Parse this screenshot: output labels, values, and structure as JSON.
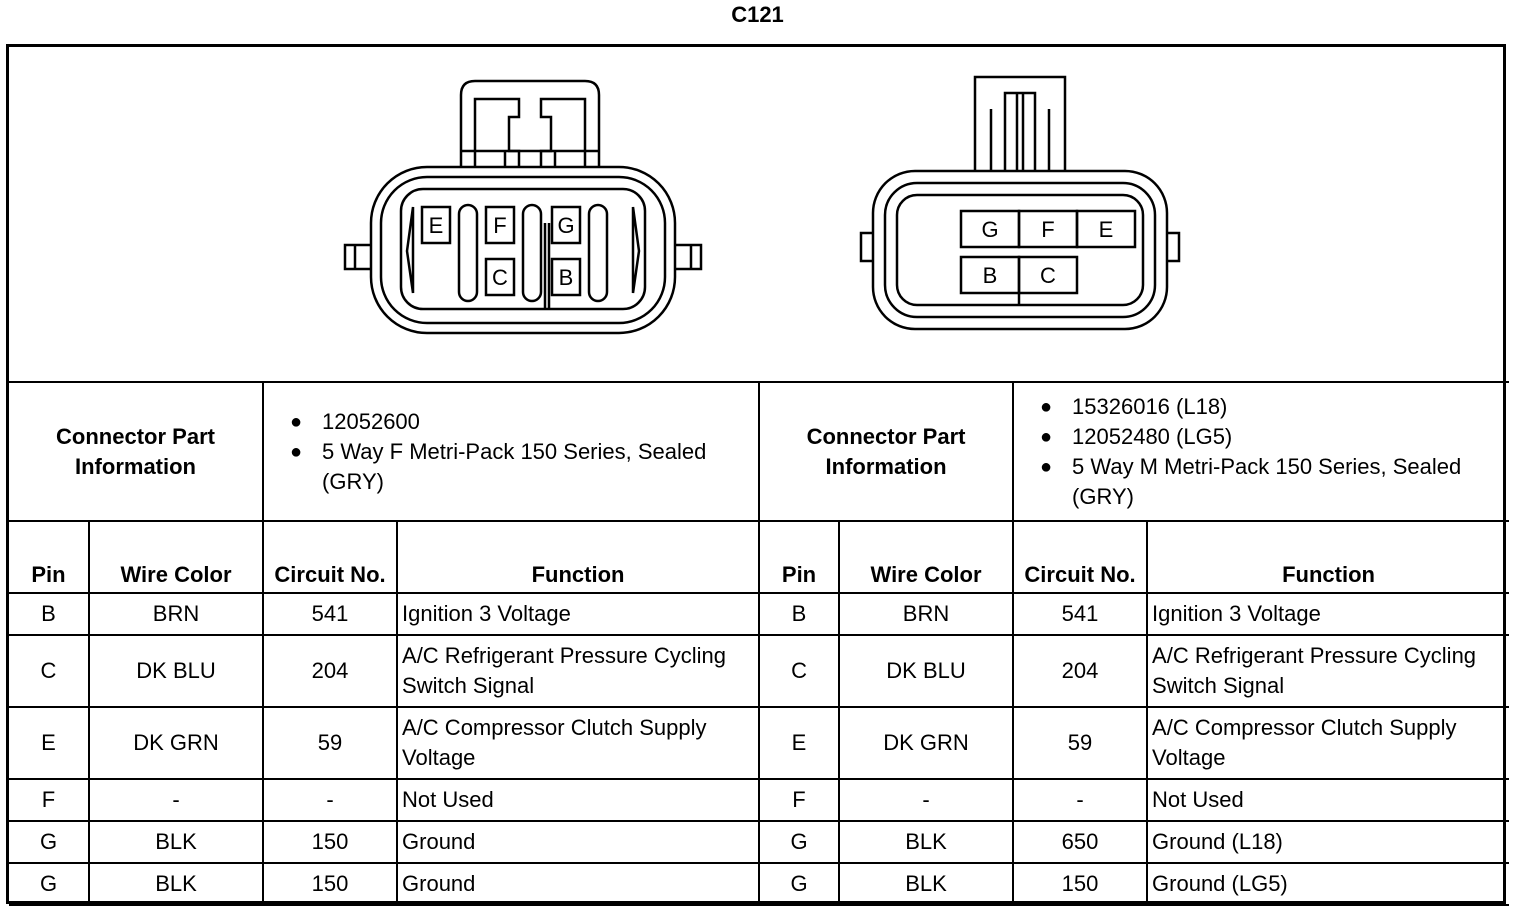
{
  "title": "C121",
  "left_connector": {
    "pin_labels": [
      "E",
      "F",
      "G",
      "C",
      "B"
    ],
    "part_info_label": "Connector Part Information",
    "part_info": [
      "12052600",
      "5 Way F Metri-Pack 150 Series, Sealed (GRY)"
    ],
    "headers": {
      "pin": "Pin",
      "wire_color": "Wire Color",
      "circuit": "Circuit No.",
      "function": "Function"
    },
    "rows": [
      {
        "pin": "B",
        "wire_color": "BRN",
        "circuit": "541",
        "function": "Ignition 3 Voltage"
      },
      {
        "pin": "C",
        "wire_color": "DK BLU",
        "circuit": "204",
        "function": "A/C Refrigerant Pressure Cycling Switch Signal"
      },
      {
        "pin": "E",
        "wire_color": "DK GRN",
        "circuit": "59",
        "function": "A/C Compressor Clutch Supply Voltage"
      },
      {
        "pin": "F",
        "wire_color": "-",
        "circuit": "-",
        "function": "Not Used"
      },
      {
        "pin": "G",
        "wire_color": "BLK",
        "circuit": "150",
        "function": "Ground"
      },
      {
        "pin": "G",
        "wire_color": "BLK",
        "circuit": "150",
        "function": "Ground"
      }
    ]
  },
  "right_connector": {
    "pin_labels": [
      "G",
      "F",
      "E",
      "B",
      "C"
    ],
    "part_info_label": "Connector Part Information",
    "part_info": [
      "15326016 (L18)",
      "12052480 (LG5)",
      "5 Way M Metri-Pack 150 Series, Sealed (GRY)"
    ],
    "headers": {
      "pin": "Pin",
      "wire_color": "Wire Color",
      "circuit": "Circuit No.",
      "function": "Function"
    },
    "rows": [
      {
        "pin": "B",
        "wire_color": "BRN",
        "circuit": "541",
        "function": "Ignition 3 Voltage"
      },
      {
        "pin": "C",
        "wire_color": "DK BLU",
        "circuit": "204",
        "function": "A/C Refrigerant Pressure Cycling Switch Signal"
      },
      {
        "pin": "E",
        "wire_color": "DK GRN",
        "circuit": "59",
        "function": "A/C Compressor Clutch Supply Voltage"
      },
      {
        "pin": "F",
        "wire_color": "-",
        "circuit": "-",
        "function": "Not Used"
      },
      {
        "pin": "G",
        "wire_color": "BLK",
        "circuit": "650",
        "function": "Ground (L18)"
      },
      {
        "pin": "G",
        "wire_color": "BLK",
        "circuit": "150",
        "function": "Ground (LG5)"
      }
    ]
  }
}
